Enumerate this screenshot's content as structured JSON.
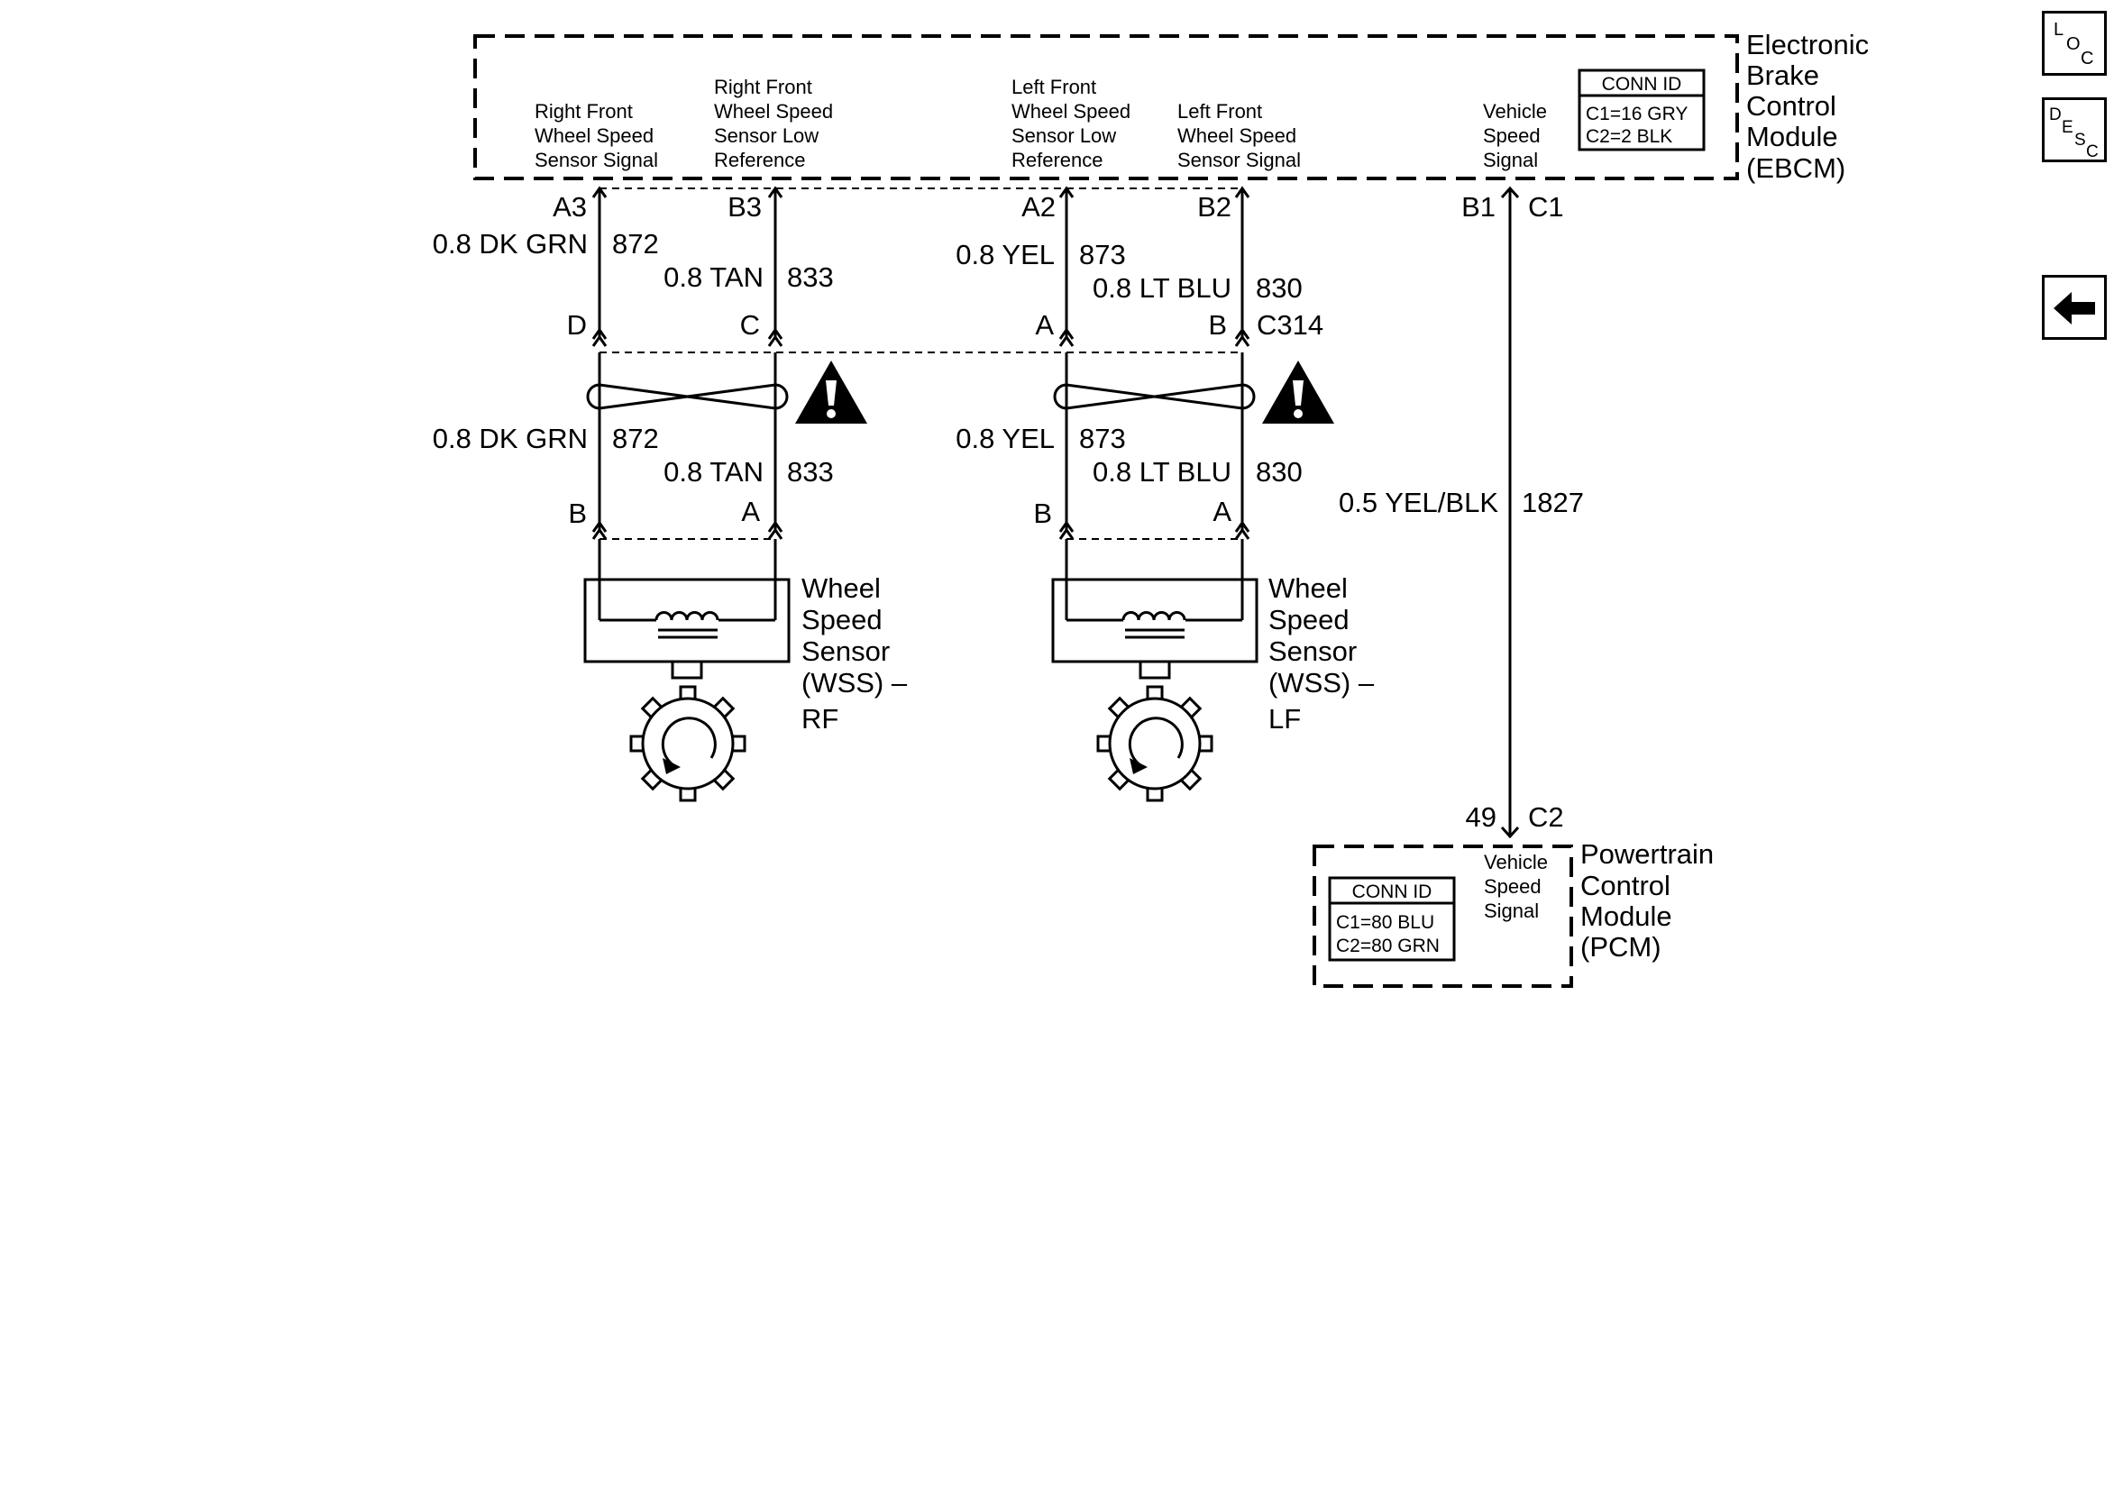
{
  "ebcm": {
    "name_lines": [
      "Electronic",
      "Brake",
      "Control",
      "Module",
      "(EBCM)"
    ],
    "conn_id": {
      "title": "CONN ID",
      "lines": [
        "C1=16 GRY",
        "C2=2 BLK"
      ]
    },
    "pin_desc": {
      "rf_signal": [
        "Right Front",
        "Wheel Speed",
        "Sensor Signal"
      ],
      "rf_low": [
        "Right Front",
        "Wheel Speed",
        "Sensor Low",
        "Reference"
      ],
      "lf_low": [
        "Left Front",
        "Wheel Speed",
        "Sensor Low",
        "Reference"
      ],
      "lf_signal": [
        "Left Front",
        "Wheel Speed",
        "Sensor Signal"
      ],
      "vss": [
        "Vehicle",
        "Speed",
        "Signal"
      ]
    },
    "pins": {
      "a3": "A3",
      "b3": "B3",
      "a2": "A2",
      "b2": "B2",
      "b1": "B1",
      "c1": "C1"
    }
  },
  "wires": {
    "rf_signal": {
      "gauge_color": "0.8 DK GRN",
      "circuit": "872"
    },
    "rf_low": {
      "gauge_color": "0.8 TAN",
      "circuit": "833"
    },
    "lf_low": {
      "gauge_color": "0.8 YEL",
      "circuit": "873"
    },
    "lf_signal": {
      "gauge_color": "0.8 LT BLU",
      "circuit": "830"
    },
    "vss": {
      "gauge_color": "0.5 YEL/BLK",
      "circuit": "1827"
    }
  },
  "c314": {
    "name": "C314",
    "pins": {
      "d": "D",
      "c": "C",
      "a": "A",
      "b": "B"
    }
  },
  "sensors": {
    "rf": {
      "pins": {
        "b": "B",
        "a": "A"
      },
      "name_lines": [
        "Wheel",
        "Speed",
        "Sensor",
        "(WSS) –",
        "RF"
      ]
    },
    "lf": {
      "pins": {
        "b": "B",
        "a": "A"
      },
      "name_lines": [
        "Wheel",
        "Speed",
        "Sensor",
        "(WSS) –",
        "LF"
      ]
    }
  },
  "pcm": {
    "name_lines": [
      "Powertrain",
      "Control",
      "Module",
      "(PCM)"
    ],
    "conn_id": {
      "title": "CONN ID",
      "lines": [
        "C1=80 BLU",
        "C2=80 GRN"
      ]
    },
    "pin_desc": [
      "Vehicle",
      "Speed",
      "Signal"
    ],
    "pins": {
      "p49": "49",
      "c2": "C2"
    }
  },
  "nav": {
    "loc": {
      "letters": [
        "L",
        "O",
        "C"
      ],
      "icon": "loc-icon"
    },
    "desc": {
      "letters": [
        "D",
        "E",
        "S",
        "C"
      ],
      "icon": "desc-icon"
    },
    "back": {
      "icon": "arrow-left-icon"
    }
  },
  "colors": {
    "line": "#000000",
    "background": "#ffffff"
  }
}
